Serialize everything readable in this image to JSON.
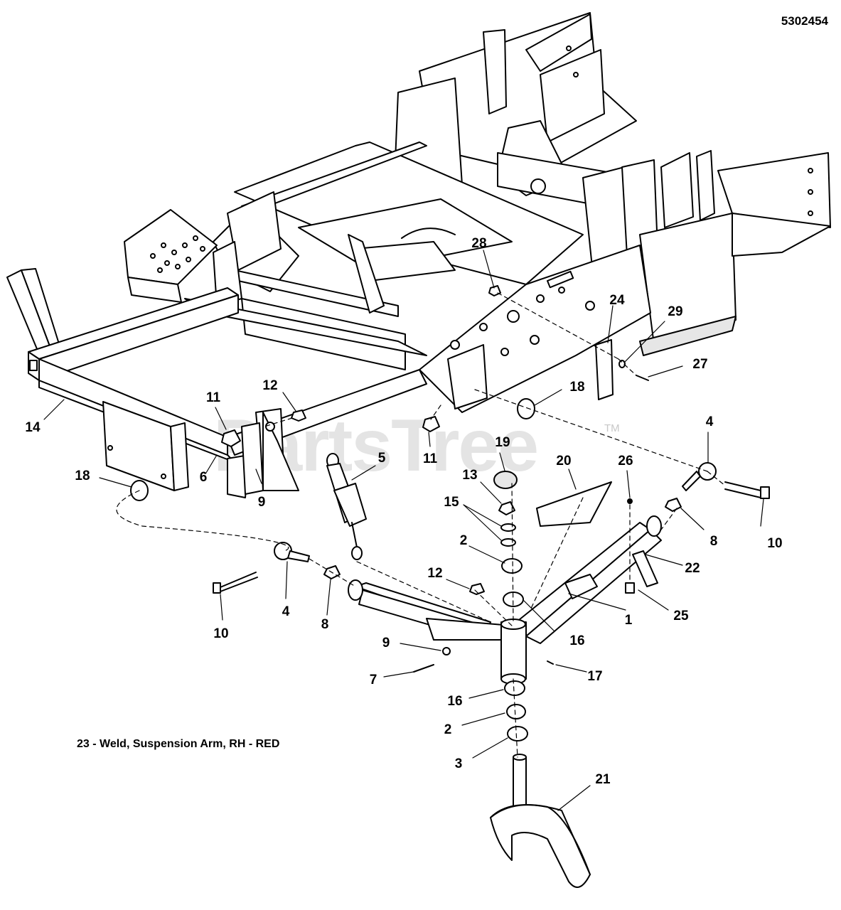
{
  "header": {
    "diagram_number": "5302454"
  },
  "note": {
    "text": "23 - Weld, Suspension Arm, RH - RED"
  },
  "watermark": {
    "text": "PartsTree",
    "trademark": "TM"
  },
  "callouts": [
    {
      "id": "c28",
      "label": "28"
    },
    {
      "id": "c24",
      "label": "24"
    },
    {
      "id": "c29",
      "label": "29"
    },
    {
      "id": "c27",
      "label": "27"
    },
    {
      "id": "c18a",
      "label": "18"
    },
    {
      "id": "c12a",
      "label": "12"
    },
    {
      "id": "c11a",
      "label": "11"
    },
    {
      "id": "c14",
      "label": "14"
    },
    {
      "id": "c11b",
      "label": "11"
    },
    {
      "id": "c19",
      "label": "19"
    },
    {
      "id": "c20",
      "label": "20"
    },
    {
      "id": "c26",
      "label": "26"
    },
    {
      "id": "c4a",
      "label": "4"
    },
    {
      "id": "c10a",
      "label": "10"
    },
    {
      "id": "c5",
      "label": "5"
    },
    {
      "id": "c13",
      "label": "13"
    },
    {
      "id": "c18b",
      "label": "18"
    },
    {
      "id": "c6",
      "label": "6"
    },
    {
      "id": "c9a",
      "label": "9"
    },
    {
      "id": "c15",
      "label": "15"
    },
    {
      "id": "c8a",
      "label": "8"
    },
    {
      "id": "c22",
      "label": "22"
    },
    {
      "id": "c2a",
      "label": "2"
    },
    {
      "id": "c12b",
      "label": "12"
    },
    {
      "id": "c1",
      "label": "1"
    },
    {
      "id": "c25",
      "label": "25"
    },
    {
      "id": "c4b",
      "label": "4"
    },
    {
      "id": "c8b",
      "label": "8"
    },
    {
      "id": "c16a",
      "label": "16"
    },
    {
      "id": "c10b",
      "label": "10"
    },
    {
      "id": "c9b",
      "label": "9"
    },
    {
      "id": "c7",
      "label": "7"
    },
    {
      "id": "c17",
      "label": "17"
    },
    {
      "id": "c16b",
      "label": "16"
    },
    {
      "id": "c2b",
      "label": "2"
    },
    {
      "id": "c3",
      "label": "3"
    },
    {
      "id": "c21",
      "label": "21"
    }
  ],
  "colors": {
    "line": "#000000",
    "fill": "#ffffff",
    "shade": "#e6e6e6",
    "watermark": "#cfcfcf"
  }
}
